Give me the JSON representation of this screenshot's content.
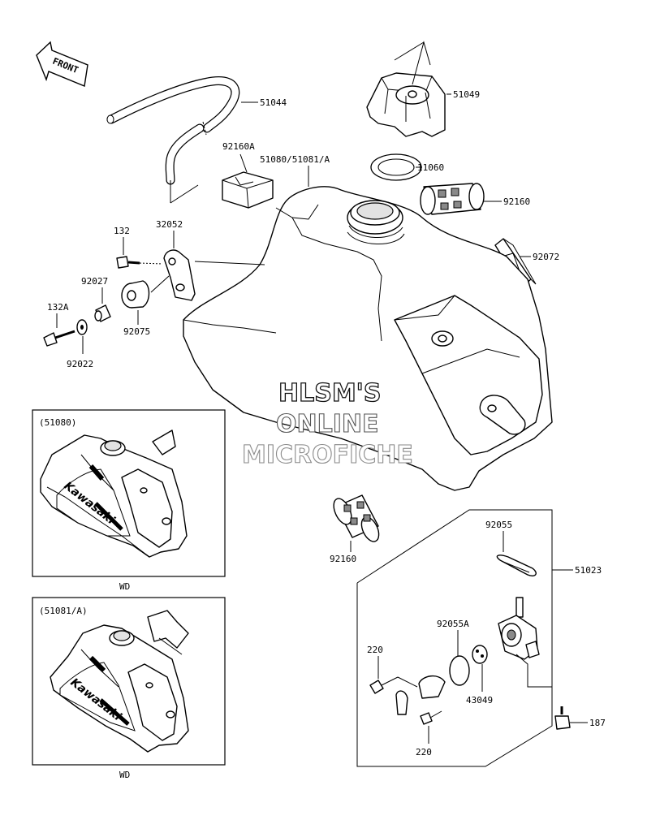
{
  "front_arrow": "FRONT",
  "labels": {
    "p51044": "51044",
    "p51049": "51049",
    "p92160A": "92160A",
    "p51080_51081A": "51080/51081/A",
    "p11060": "11060",
    "p92160_top": "92160",
    "p32052": "32052",
    "p132": "132",
    "p92072": "92072",
    "p92027": "92027",
    "p132A": "132A",
    "p92075": "92075",
    "p92022": "92022",
    "p92160_bottom": "92160",
    "p92055": "92055",
    "p51023": "51023",
    "p92055A": "92055A",
    "p220_a": "220",
    "p43049": "43049",
    "p220_b": "220",
    "p187": "187"
  },
  "watermark": {
    "line1": "HLSM'S",
    "line2": "ONLINE",
    "line3": "MICROFICHE"
  },
  "inset_1": {
    "code": "(51080)",
    "caption": "WD",
    "decal_text": "Kawasaki"
  },
  "inset_2": {
    "code": "(51081/A)",
    "caption": "WD",
    "decal_text": "Kawasaki"
  }
}
